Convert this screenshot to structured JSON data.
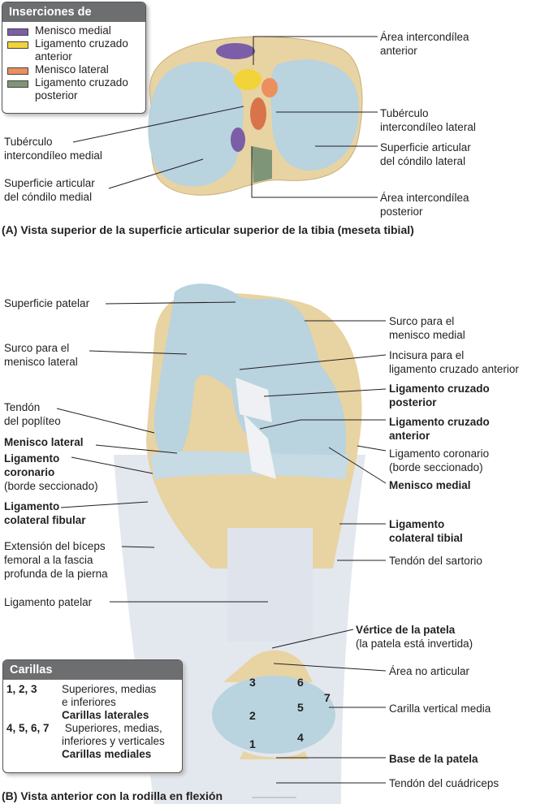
{
  "legend_insertions": {
    "title": "Inserciones de",
    "items": [
      {
        "label": "Menisco medial",
        "color": "#7b5ea7"
      },
      {
        "label": "Ligamento cruzado",
        "label2": "anterior",
        "color": "#f2d43a"
      },
      {
        "label": "Menisco lateral",
        "color": "#ec8f5e"
      },
      {
        "label": "Ligamento cruzado",
        "label2": "posterior",
        "color": "#7e9677"
      }
    ]
  },
  "view_a": {
    "caption": "(A) Vista superior de la superficie articular superior de la tibia (meseta tibial)",
    "labels_right": [
      {
        "line1": "Área intercondílea",
        "line2": "anterior"
      },
      {
        "line1": "Tubérculo",
        "line2": "intercondíleo lateral"
      },
      {
        "line1": "Superficie articular",
        "line2": "del cóndilo lateral"
      },
      {
        "line1": "Área intercondílea",
        "line2": "posterior"
      }
    ],
    "labels_left": [
      {
        "line1": "Tubérculo",
        "line2": "intercondíleo medial"
      },
      {
        "line1": "Superficie articular",
        "line2": "del cóndilo medial"
      }
    ]
  },
  "view_b": {
    "caption": "(B) Vista anterior con la rodilla en flexión",
    "labels_left": [
      {
        "line1": "Superficie patelar",
        "bold": false
      },
      {
        "line1": "Surco para el",
        "line2": "menisco lateral",
        "bold": false
      },
      {
        "line1": "Tendón",
        "line2": "del  poplíteo",
        "bold": false
      },
      {
        "line1": "Menisco lateral",
        "bold": true
      },
      {
        "line1": "Ligamento",
        "line2": "coronario",
        "line3": "(borde seccionado)",
        "bold": true
      },
      {
        "line1": "Ligamento",
        "line2": "colateral fibular",
        "bold": true
      },
      {
        "line1": "Extensión del bíceps",
        "line2": "femoral a la fascia",
        "line3": "profunda de la pierna",
        "bold": false
      },
      {
        "line1": "Ligamento patelar",
        "bold": false
      }
    ],
    "labels_right": [
      {
        "line1": "Surco para el",
        "line2": "menisco medial",
        "bold": false
      },
      {
        "line1": "Incisura para el",
        "line2": "ligamento cruzado anterior",
        "bold": false
      },
      {
        "line1": "Ligamento cruzado",
        "line2": "posterior",
        "bold": true
      },
      {
        "line1": "Ligamento cruzado",
        "line2": "anterior",
        "bold": true
      },
      {
        "line1": "Ligamento coronario",
        "line2": "(borde seccionado)",
        "bold": false
      },
      {
        "line1": "Menisco medial",
        "bold": true
      },
      {
        "line1": "Ligamento",
        "line2": "colateral tibial",
        "bold": true
      },
      {
        "line1": "Tendón del sartorio",
        "bold": false
      },
      {
        "line1": "Vértice de la patela",
        "line2": "(la patela está invertida)",
        "bold": true
      },
      {
        "line1": "Área no articular",
        "bold": false
      },
      {
        "line1": "Carilla vertical media",
        "bold": false
      },
      {
        "line1": "Base de la patela",
        "bold": true
      },
      {
        "line1": "Tendón del cuádriceps",
        "bold": false
      }
    ],
    "patella_numbers": [
      "1",
      "2",
      "3",
      "4",
      "5",
      "6",
      "7"
    ]
  },
  "legend_facets": {
    "title": "Carillas",
    "rows": [
      {
        "nums": "1, 2, 3",
        "desc1": "Superiores, medias",
        "desc2": "e inferiores",
        "group": "Carillas laterales"
      },
      {
        "nums": "4, 5, 6, 7",
        "desc1": " Superiores, medias,",
        "desc2": "inferiores y verticales",
        "group": "Carillas mediales"
      }
    ]
  },
  "colors": {
    "cartilage": "#b9d3df",
    "bone": "#e8d3a2",
    "ligament": "#e3e7ee",
    "box_header": "#6d6e70"
  }
}
